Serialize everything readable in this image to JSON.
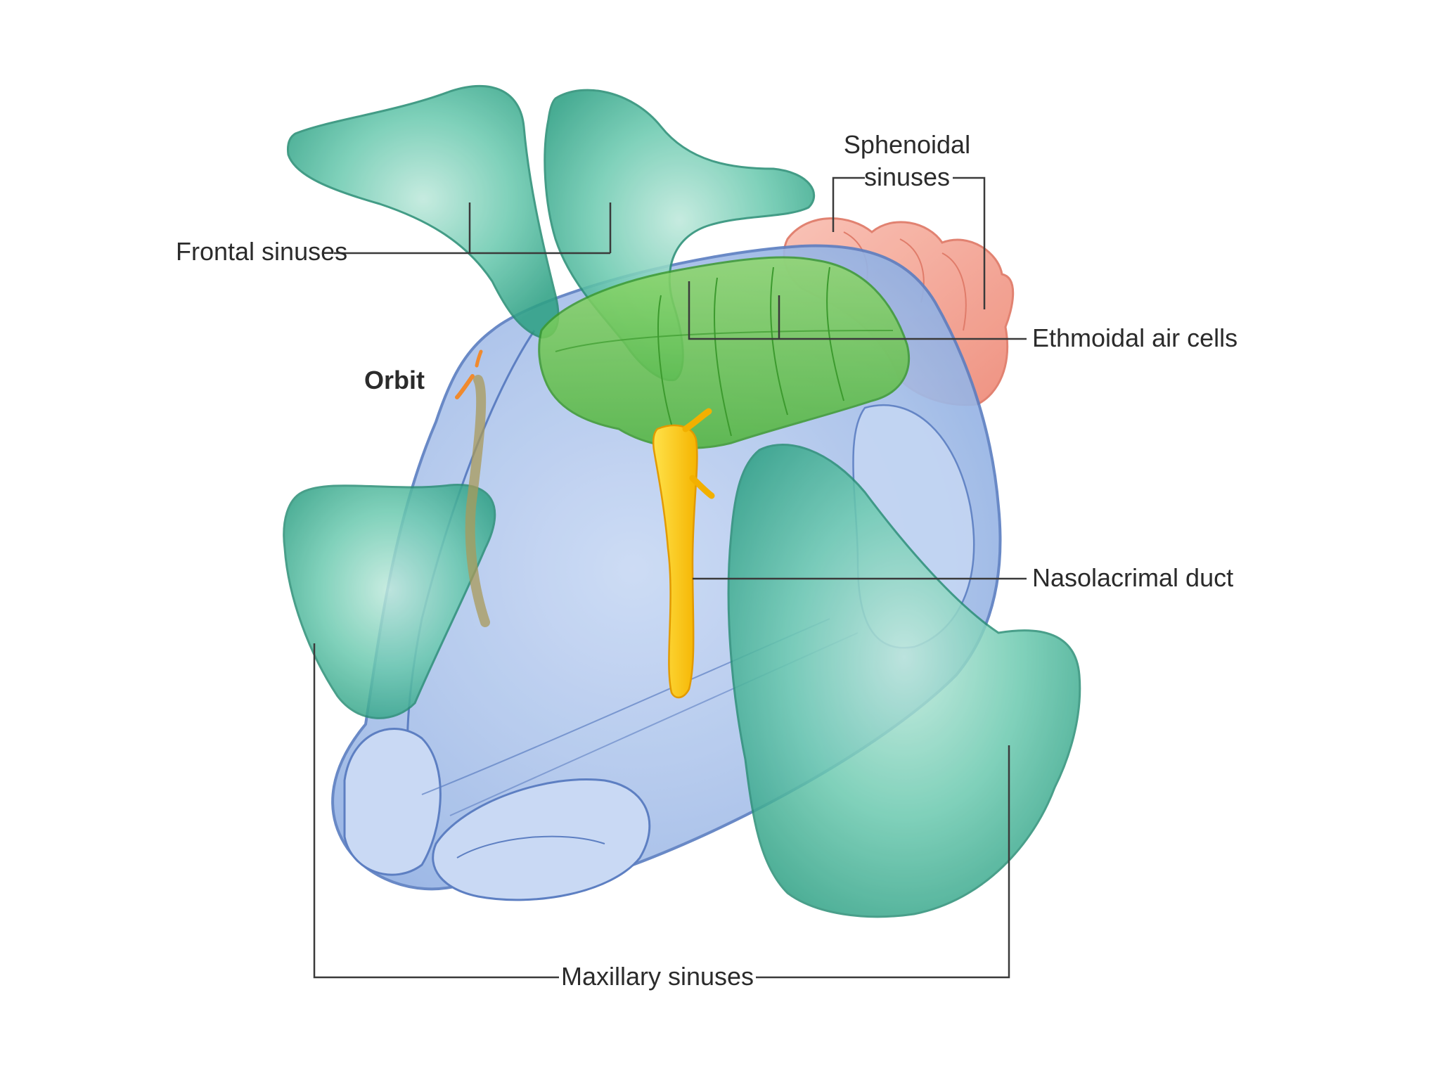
{
  "labels": {
    "frontal_sinuses": "Frontal sinuses",
    "sphenoidal_line1": "Sphenoidal",
    "sphenoidal_line2": "sinuses",
    "ethmoidal_air_cells": "Ethmoidal air cells",
    "orbit": "Orbit",
    "nasolacrimal_duct": "Nasolacrimal duct",
    "maxillary_sinuses": "Maxillary sinuses"
  },
  "colors": {
    "frontal_maxillary_teal": "#3fb59a",
    "ethmoidal_green": "#6cc64a",
    "sphenoidal_pink": "#f4a090",
    "nasal_cavity_blue": "#a9c3ea",
    "nasolacrimal_yellow": "#ffd21f",
    "outline_blue": "#5d7fc2"
  }
}
